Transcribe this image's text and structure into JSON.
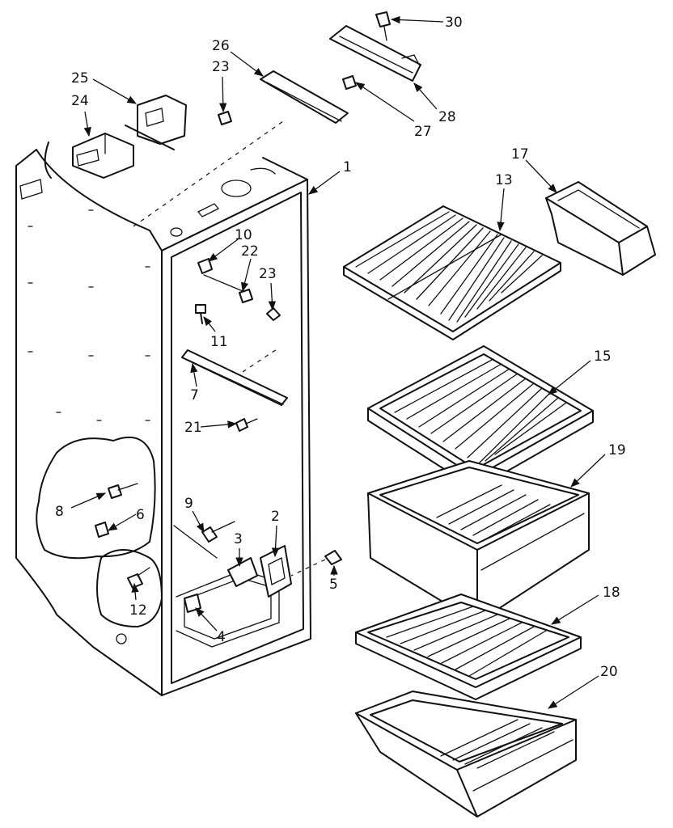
{
  "callouts": [
    {
      "id": "c1",
      "label": "1"
    },
    {
      "id": "c2",
      "label": "2"
    },
    {
      "id": "c3",
      "label": "3"
    },
    {
      "id": "c4",
      "label": "4"
    },
    {
      "id": "c5",
      "label": "5"
    },
    {
      "id": "c6",
      "label": "6"
    },
    {
      "id": "c7",
      "label": "7"
    },
    {
      "id": "c8",
      "label": "8"
    },
    {
      "id": "c9",
      "label": "9"
    },
    {
      "id": "c10",
      "label": "10"
    },
    {
      "id": "c11",
      "label": "11"
    },
    {
      "id": "c12",
      "label": "12"
    },
    {
      "id": "c13",
      "label": "13"
    },
    {
      "id": "c15",
      "label": "15"
    },
    {
      "id": "c17",
      "label": "17"
    },
    {
      "id": "c18",
      "label": "18"
    },
    {
      "id": "c19",
      "label": "19"
    },
    {
      "id": "c20",
      "label": "20"
    },
    {
      "id": "c21",
      "label": "21"
    },
    {
      "id": "c22",
      "label": "22"
    },
    {
      "id": "c23a",
      "label": "23"
    },
    {
      "id": "c23b",
      "label": "23"
    },
    {
      "id": "c24",
      "label": "24"
    },
    {
      "id": "c25",
      "label": "25"
    },
    {
      "id": "c26",
      "label": "26"
    },
    {
      "id": "c27",
      "label": "27"
    },
    {
      "id": "c28",
      "label": "28"
    },
    {
      "id": "c30",
      "label": "30"
    }
  ]
}
